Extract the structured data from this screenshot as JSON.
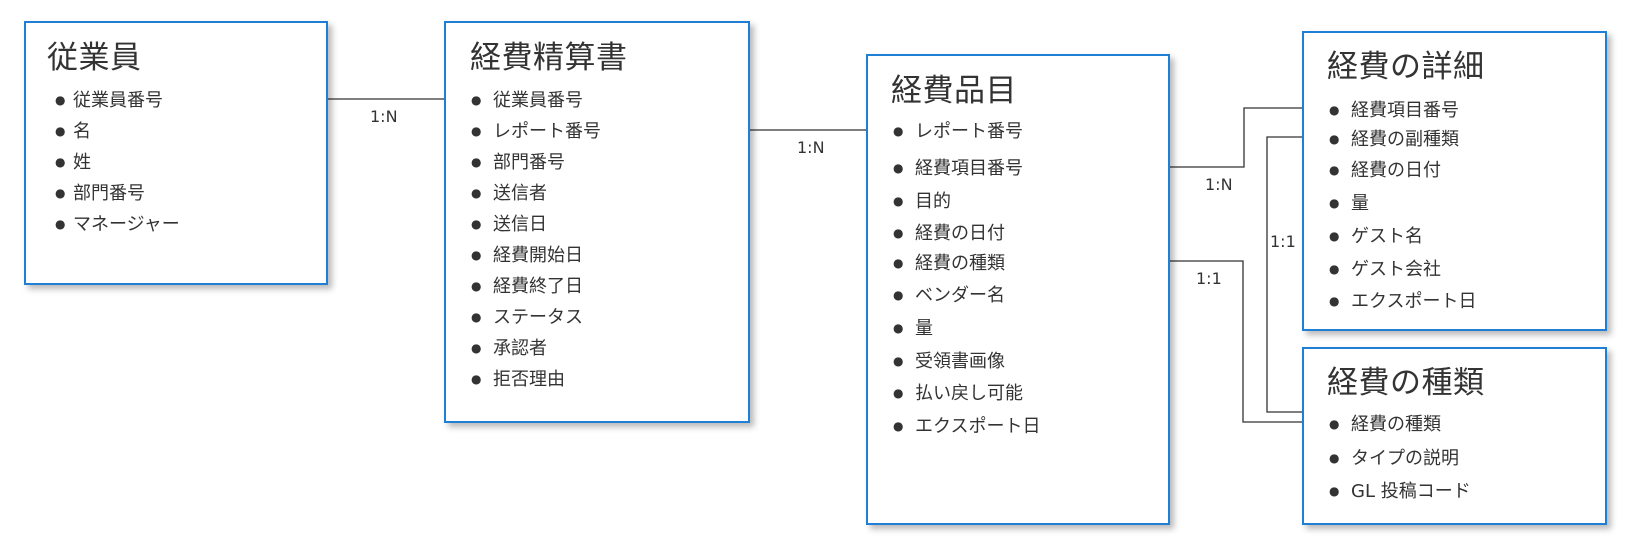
{
  "colors": {
    "border": "#1e7fd4",
    "text": "#333333",
    "line": "#333333"
  },
  "entities": [
    {
      "id": "employee",
      "title": "従業員",
      "fields": [
        "従業員番号",
        "名",
        "姓",
        "部門番号",
        "マネージャー"
      ]
    },
    {
      "id": "expense_report",
      "title": "経費精算書",
      "fields": [
        "従業員番号",
        "レポート番号",
        "部門番号",
        "送信者",
        "送信日",
        "経費開始日",
        "経費終了日",
        "ステータス",
        "承認者",
        "拒否理由"
      ]
    },
    {
      "id": "expense_item",
      "title": "経費品目",
      "fields": [
        "レポート番号",
        "経費項目番号",
        "目的",
        "経費の日付",
        "経費の種類",
        "ベンダー名",
        "量",
        "受領書画像",
        "払い戻し可能",
        "エクスポート日"
      ]
    },
    {
      "id": "expense_detail",
      "title": "経費の詳細",
      "fields": [
        "経費項目番号",
        "経費の副種類",
        "経費の日付",
        "量",
        "ゲスト名",
        "ゲスト会社",
        "エクスポート日"
      ]
    },
    {
      "id": "expense_type",
      "title": "経費の種類",
      "fields": [
        "経費の種類",
        "タイプの説明",
        "GL 投稿コード"
      ]
    }
  ],
  "relationships": [
    {
      "from": "従業員.従業員番号",
      "to": "経費精算書.従業員番号",
      "cardinality": "1:N"
    },
    {
      "from": "経費精算書.レポート番号",
      "to": "経費品目.レポート番号",
      "cardinality": "1:N"
    },
    {
      "from": "経費品目.経費項目番号",
      "to": "経費の詳細.経費項目番号",
      "cardinality": "1:N"
    },
    {
      "from": "経費品目.経費の種類",
      "to": "経費の種類.経費の種類",
      "cardinality": "1:1"
    },
    {
      "from": "経費の詳細.経費の副種類",
      "to": "経費の種類.経費の種類",
      "cardinality": "1:1"
    }
  ]
}
